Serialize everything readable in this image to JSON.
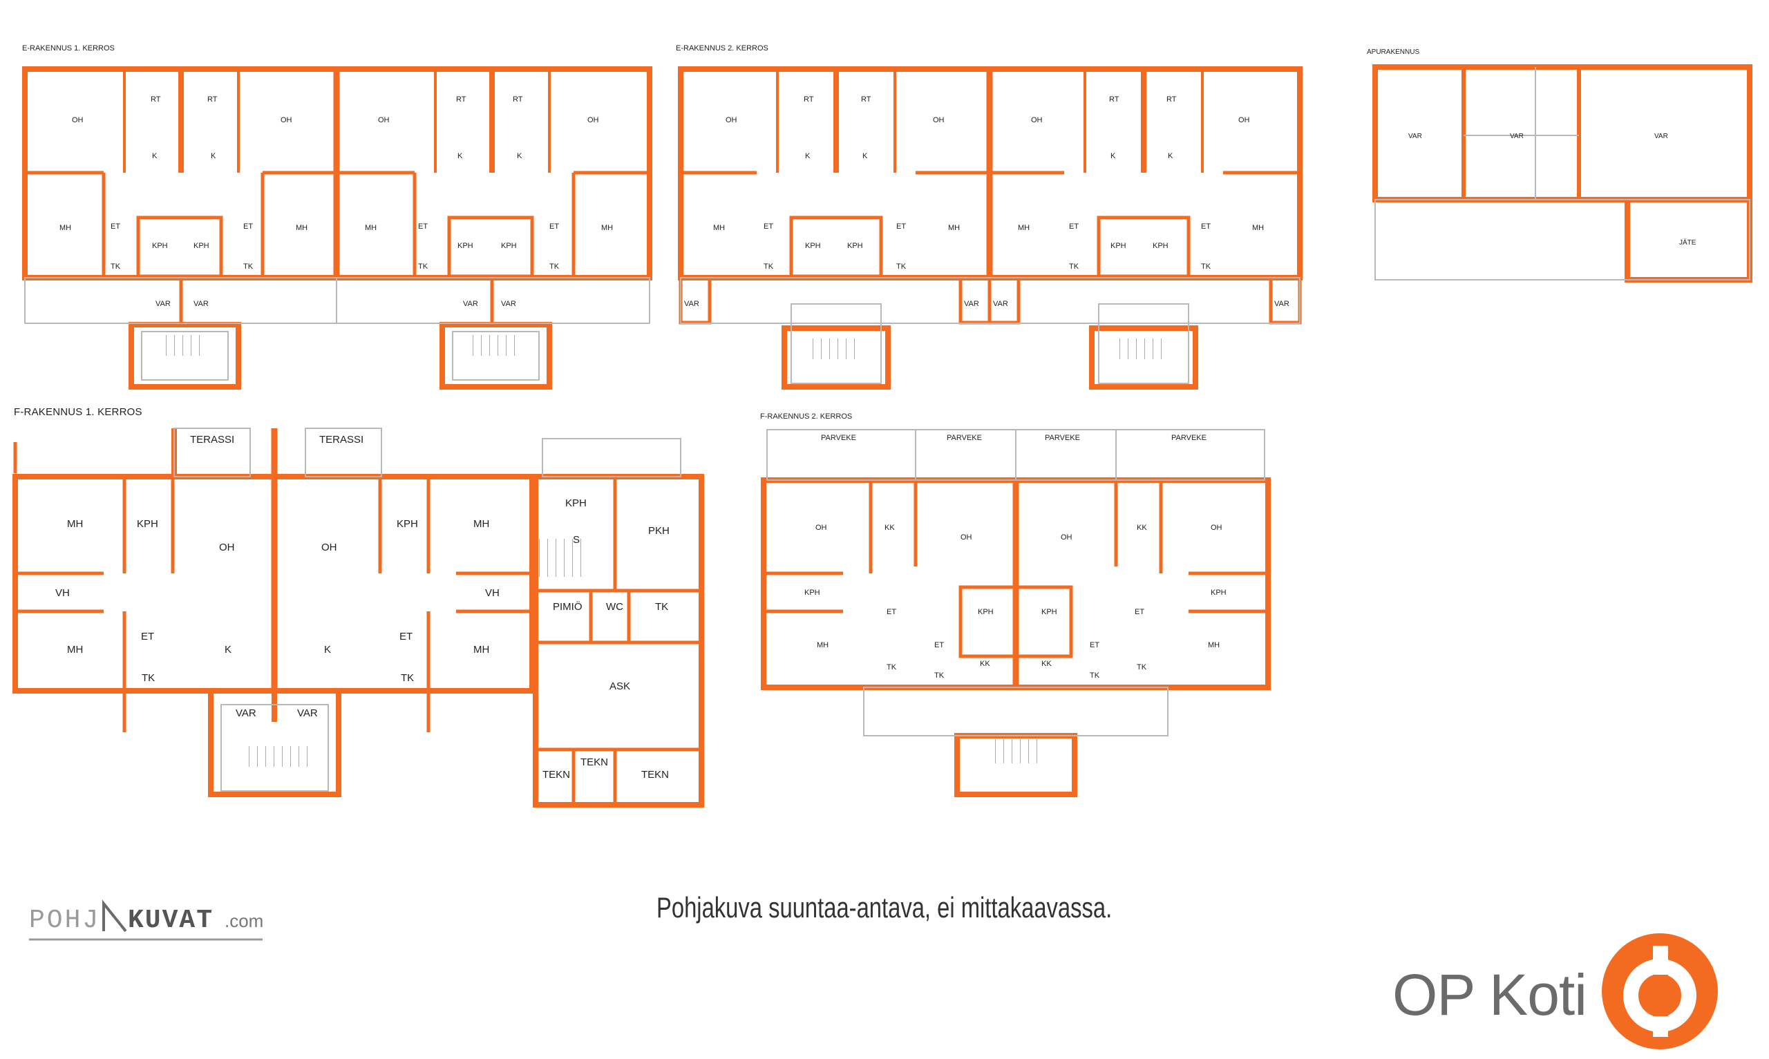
{
  "buildings": {
    "e1": {
      "title": "E-RAKENNUS 1. KERROS"
    },
    "e2": {
      "title": "E-RAKENNUS 2. KERROS"
    },
    "apu": {
      "title": "APURAKENNUS"
    },
    "f1": {
      "title": "F-RAKENNUS 1. KERROS"
    },
    "f2": {
      "title": "F-RAKENNUS 2. KERROS"
    }
  },
  "rooms": {
    "oh": "OH",
    "rt": "RT",
    "k": "K",
    "mh": "MH",
    "et": "ET",
    "kph": "KPH",
    "tk": "TK",
    "var": "VAR",
    "jate": "JÄTE",
    "terassi": "TERASSI",
    "vh": "VH",
    "s": "S",
    "pkh": "PKH",
    "pimio": "PIMIÖ",
    "wc": "WC",
    "ask": "ASK",
    "tekn": "TEKN",
    "parveke": "PARVEKE",
    "kk": "KK"
  },
  "footer": {
    "disclaimer": "Pohjakuva suuntaa-antava, ei mittakaavassa.",
    "site_logo_text": "POHJAKUVAT.com",
    "brand": "OP Koti"
  },
  "colors": {
    "wall": "#f26b21",
    "thin_line": "#b8b8b8",
    "text": "#222222",
    "brand_gray": "#6b6b6b",
    "brand_orange": "#f26b21"
  }
}
